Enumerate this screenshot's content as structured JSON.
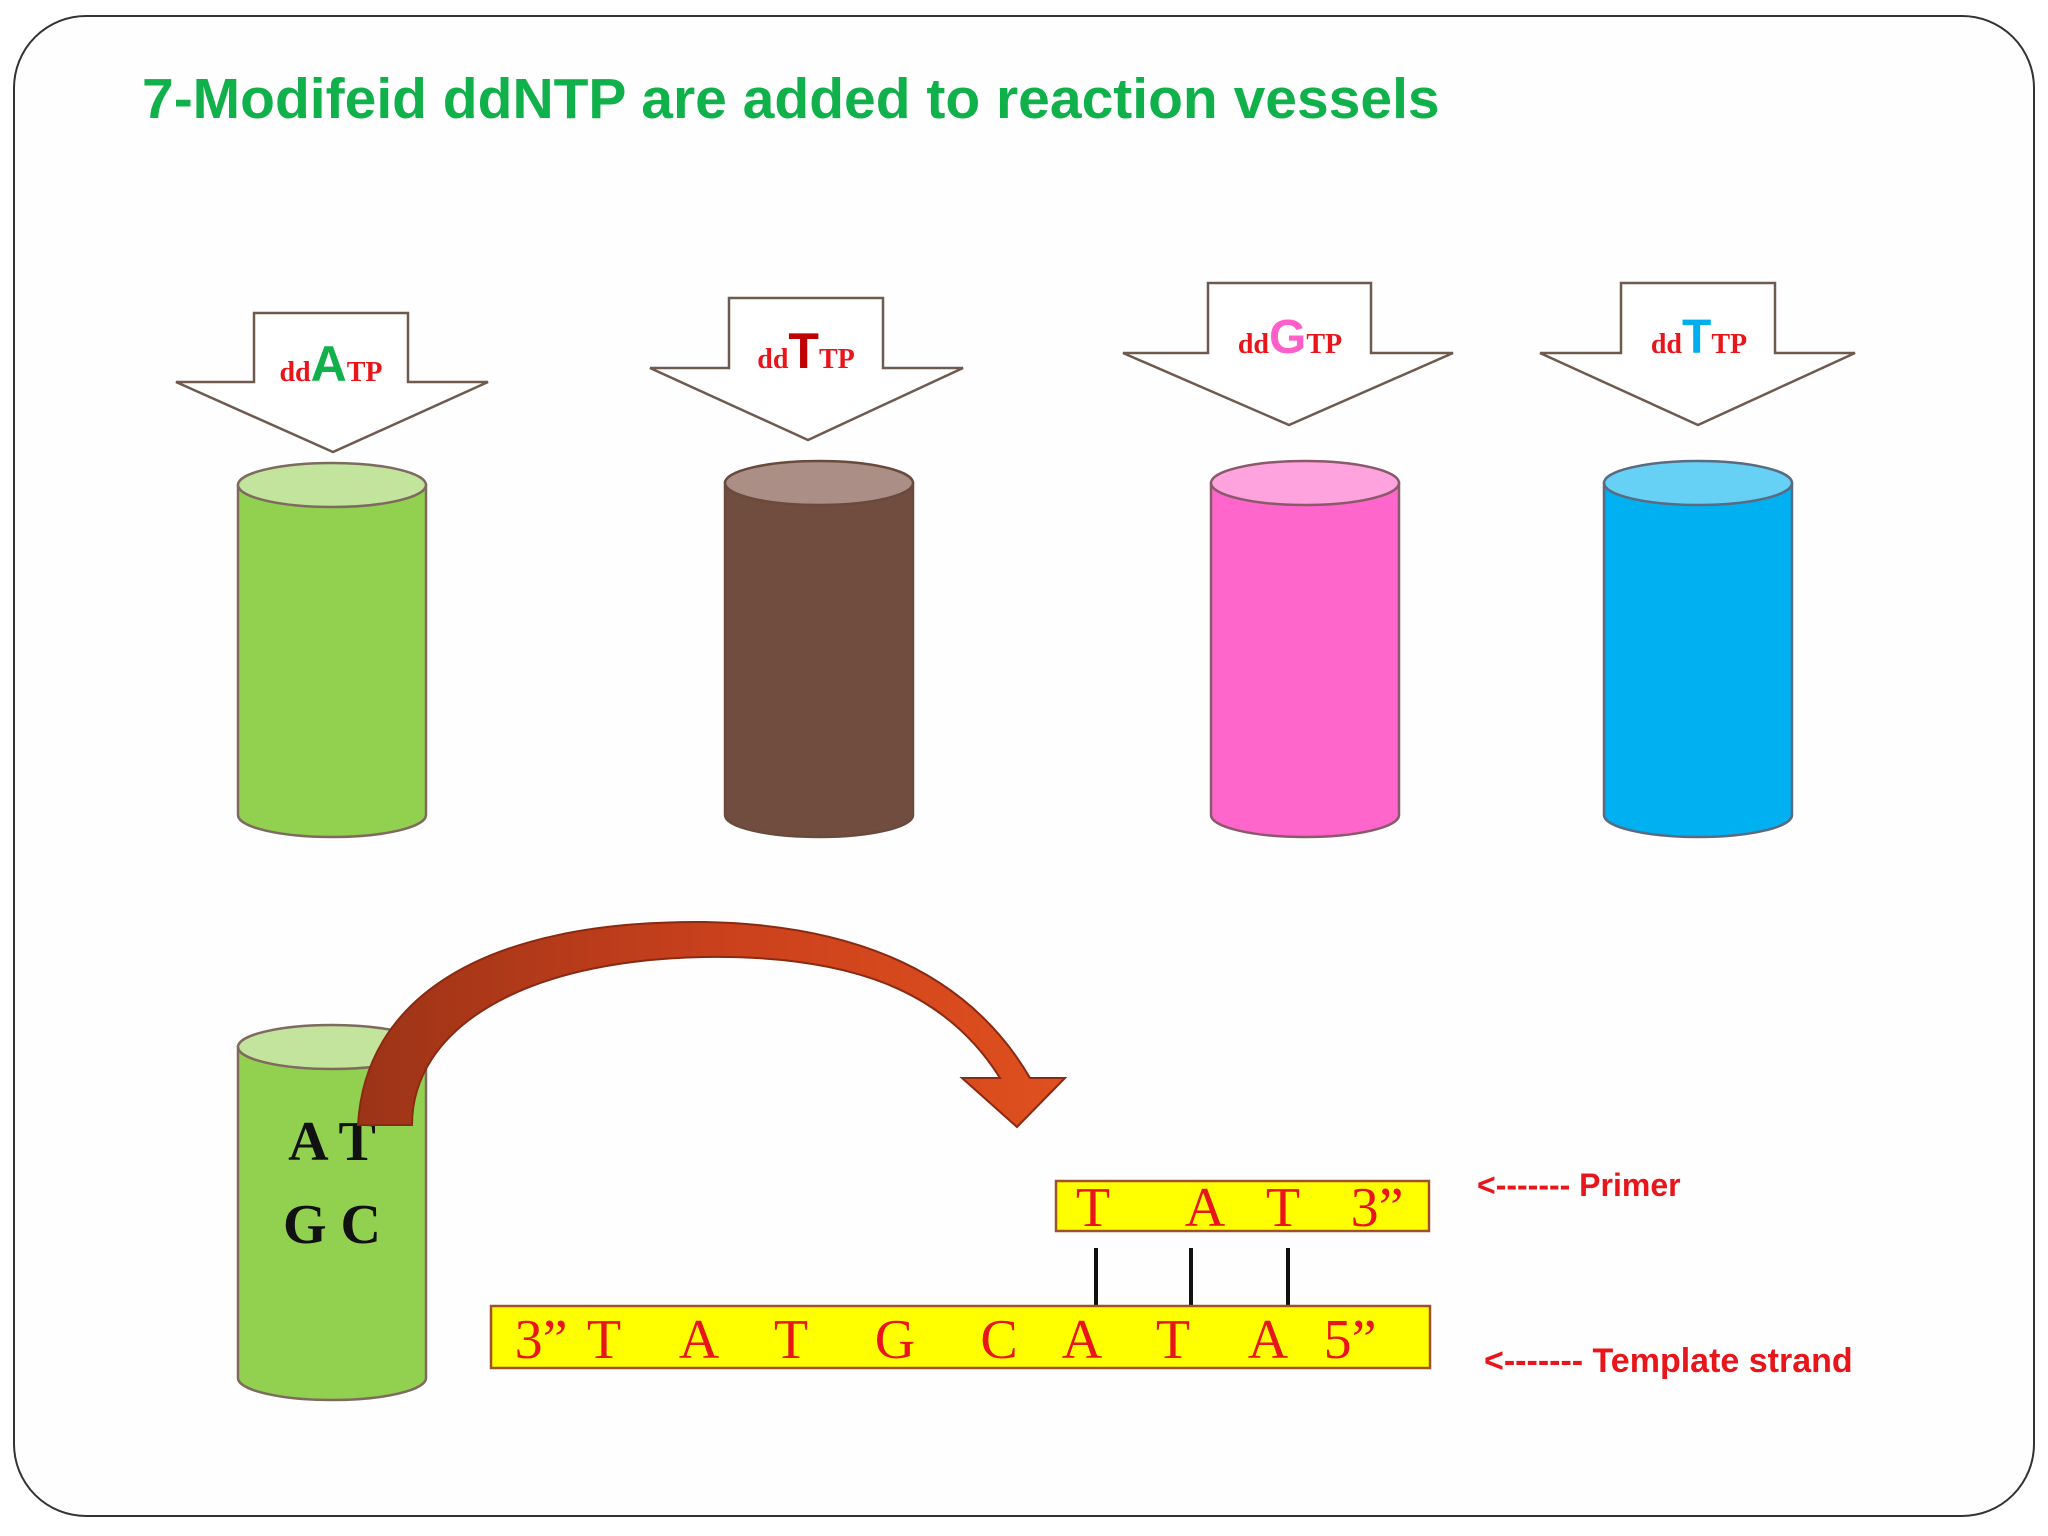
{
  "title": "7-Modifeid ddNTP are added to reaction vessels",
  "colors": {
    "title": "#10b04a",
    "label_red": "#e8151b",
    "strand_fill": "#ffff00",
    "arrow_curve": "#c9401c",
    "frame": "#333333"
  },
  "nucleotides": [
    {
      "prefix": "dd",
      "base": "A",
      "suffix": "TP",
      "base_color": "#10b04a",
      "tube_body": "#92d050",
      "tube_top": "#c2e49c",
      "tube_stroke": "#7f6a5f"
    },
    {
      "prefix": "dd",
      "base": "T",
      "suffix": "TP",
      "base_color": "#c00000",
      "tube_body": "#714d40",
      "tube_top": "#ab8f87",
      "tube_stroke": "#6a4a3d"
    },
    {
      "prefix": "dd",
      "base": "G",
      "suffix": "TP",
      "base_color": "#ff5fc8",
      "tube_body": "#ff66cc",
      "tube_top": "#ffa3de",
      "tube_stroke": "#8a5a6a"
    },
    {
      "prefix": "dd",
      "base": "T",
      "suffix": "TP",
      "base_color": "#00aeef",
      "tube_body": "#00b0f0",
      "tube_top": "#66d0f5",
      "tube_stroke": "#5a6a80"
    }
  ],
  "mix_tube": {
    "row1": "A T",
    "row2": "G C"
  },
  "primer": {
    "bases": [
      "T",
      "A",
      "T",
      "3”"
    ],
    "label": "<------- Primer"
  },
  "template": {
    "bases": [
      "3”",
      "T",
      "A",
      "T",
      "G",
      "C",
      "A",
      "T",
      "A",
      "5”"
    ],
    "label": "<------- Template strand"
  }
}
